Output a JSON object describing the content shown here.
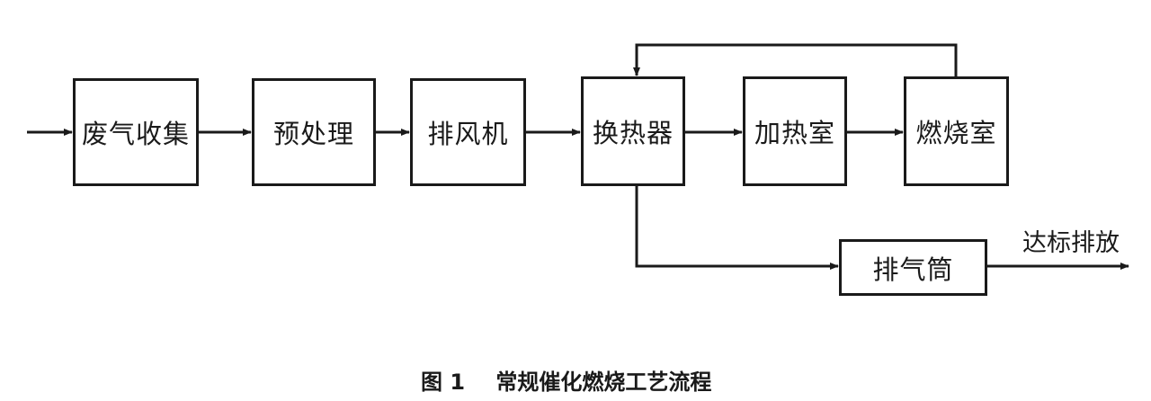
{
  "nodes": {
    "collect": "废气收集",
    "pretreat": "预处理",
    "fan": "排风机",
    "exchanger": "换热器",
    "heating": "加热室",
    "combustion": "燃烧室",
    "stack": "排气筒"
  },
  "outlet_label": "达标排放",
  "caption": {
    "figure_no": "图 1",
    "title": "常规催化燃烧工艺流程"
  },
  "colors": {
    "line": "#1a1a1a",
    "background": "#ffffff"
  }
}
